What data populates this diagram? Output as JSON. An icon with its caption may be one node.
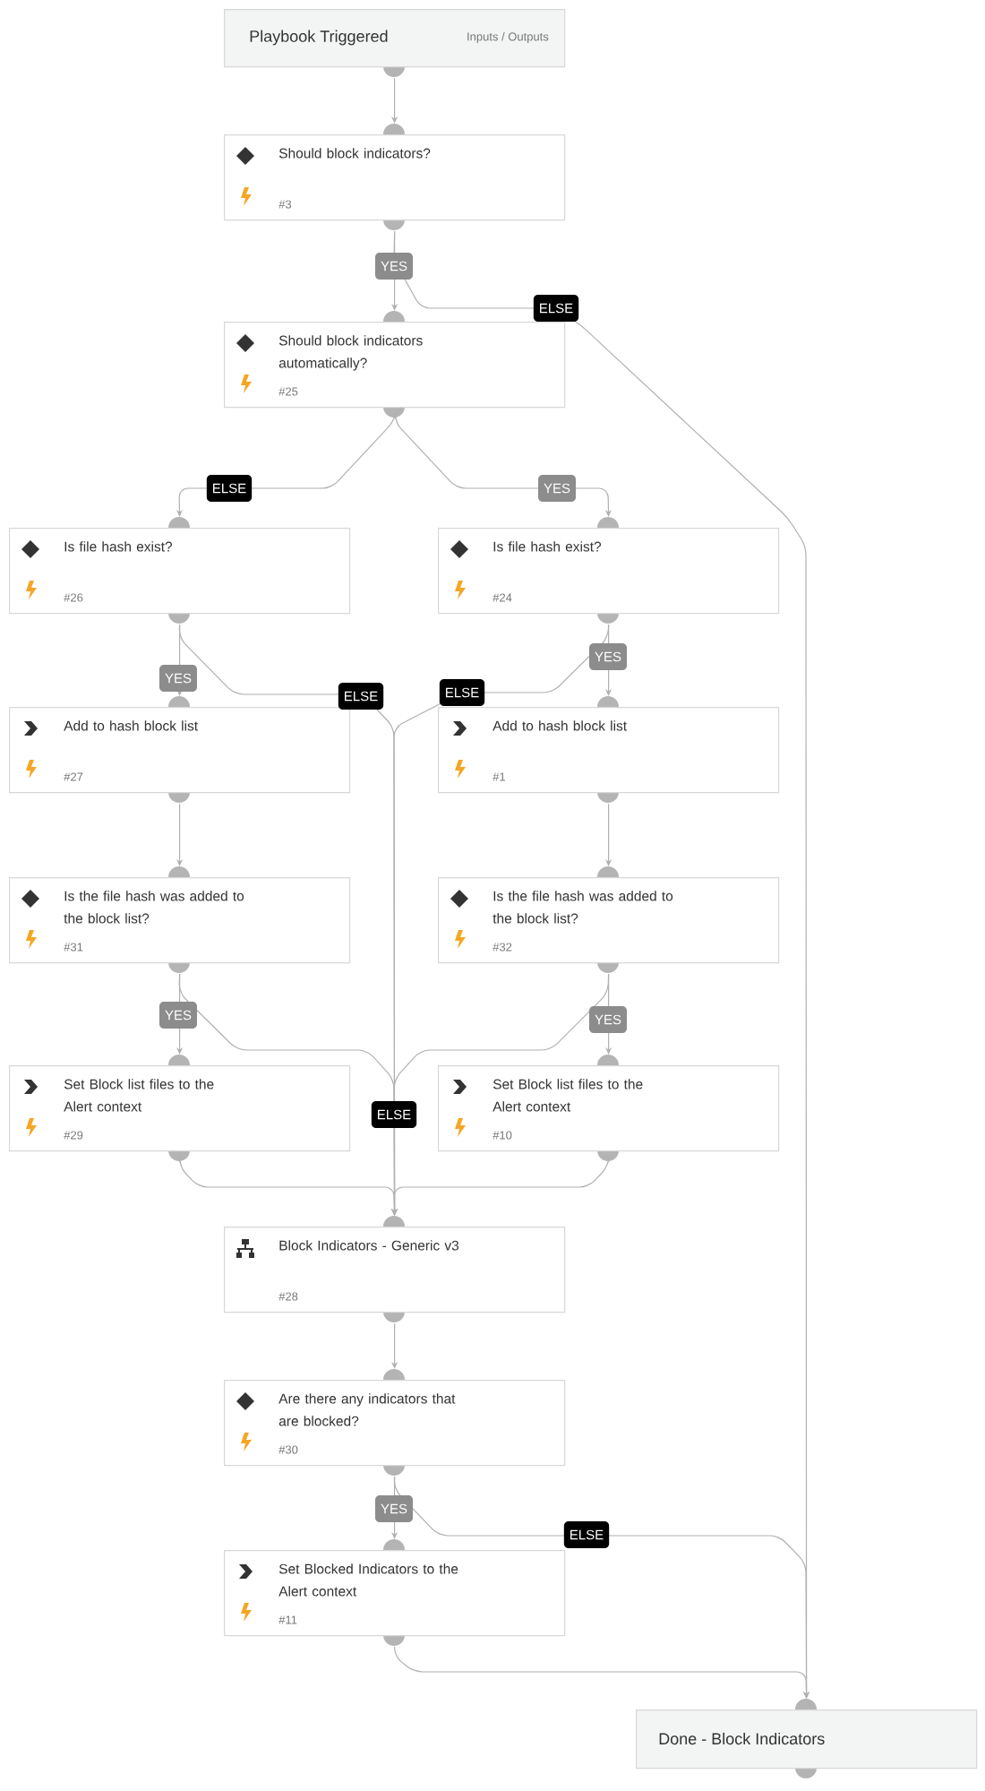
{
  "diagram": {
    "nodes": [
      {
        "text": [
          "Playbook Triggered",
          "Inputs / Outputs"
        ]
      },
      {
        "text": [
          "Should block indicators?",
          "#3"
        ]
      },
      {
        "text": [
          "Should block indicators automatically?",
          "#25"
        ]
      },
      {
        "text": [
          "Is file hash exist?",
          "#26"
        ]
      },
      {
        "text": [
          "Is file hash exist?",
          "#24"
        ]
      },
      {
        "text": [
          "Add to hash block list",
          "#27"
        ]
      },
      {
        "text": [
          "Add to hash block list",
          "#1"
        ]
      },
      {
        "text": [
          "Is the file hash was added to the block list?",
          "#31"
        ]
      },
      {
        "text": [
          "Is the file hash was added to the block list?",
          "#32"
        ]
      },
      {
        "text": [
          "Set Block list files to the Alert context",
          "#29"
        ]
      },
      {
        "text": [
          "Set Block list files to the Alert context",
          "#10"
        ]
      },
      {
        "text": [
          "Block Indicators - Generic v3",
          "#28"
        ]
      },
      {
        "text": [
          "Are there any indicators that are blocked?",
          "#30"
        ]
      },
      {
        "text": [
          "Set Blocked Indicators to the Alert context",
          "#11"
        ]
      },
      {
        "text": [
          "Done - Block Indicators"
        ]
      }
    ],
    "edges": [
      {
        "from": 0,
        "to": 1,
        "arrow": "to"
      },
      {
        "from": 1,
        "to": 2,
        "arrow": "to",
        "label": "YES"
      },
      {
        "from": 1,
        "to": 14,
        "arrow": "to",
        "label": "ELSE"
      },
      {
        "from": 2,
        "to": 3,
        "arrow": "to",
        "label": "ELSE"
      },
      {
        "from": 2,
        "to": 4,
        "arrow": "to",
        "label": "YES"
      },
      {
        "from": 3,
        "to": 5,
        "arrow": "to",
        "label": "YES"
      },
      {
        "from": 3,
        "to": 11,
        "arrow": "to",
        "label": "ELSE"
      },
      {
        "from": 4,
        "to": 6,
        "arrow": "to",
        "label": "YES"
      },
      {
        "from": 4,
        "to": 11,
        "arrow": "to",
        "label": "ELSE"
      },
      {
        "from": 5,
        "to": 7,
        "arrow": "to"
      },
      {
        "from": 6,
        "to": 8,
        "arrow": "to"
      },
      {
        "from": 7,
        "to": 9,
        "arrow": "to",
        "label": "YES"
      },
      {
        "from": 7,
        "to": 11,
        "arrow": "to",
        "label": "ELSE"
      },
      {
        "from": 8,
        "to": 10,
        "arrow": "to",
        "label": "YES"
      },
      {
        "from": 8,
        "to": 11,
        "arrow": "to"
      },
      {
        "from": 9,
        "to": 11,
        "arrow": "to"
      },
      {
        "from": 10,
        "to": 11,
        "arrow": "to"
      },
      {
        "from": 11,
        "to": 12,
        "arrow": "to"
      },
      {
        "from": 12,
        "to": 13,
        "arrow": "to",
        "label": "YES"
      },
      {
        "from": 12,
        "to": 14,
        "arrow": "to",
        "label": "ELSE"
      },
      {
        "from": 13,
        "to": 14,
        "arrow": "to"
      }
    ]
  }
}
